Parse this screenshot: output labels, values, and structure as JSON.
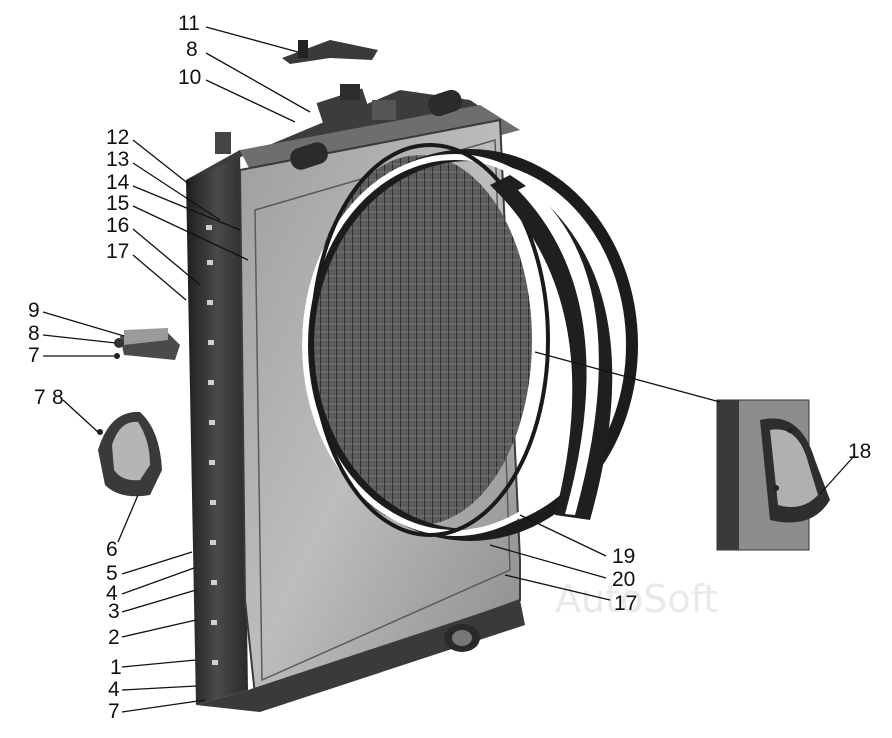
{
  "watermark": "AutoSoft",
  "callouts": {
    "c11": "11",
    "c8_top": "8",
    "c10": "10",
    "c12": "12",
    "c13": "13",
    "c14": "14",
    "c15": "15",
    "c16": "16",
    "c17_left": "17",
    "c9": "9",
    "c8_mid": "8",
    "c7_mid": "7",
    "c7_low": "7",
    "c8_low": "8",
    "c6": "6",
    "c5": "5",
    "c4_a": "4",
    "c3": "3",
    "c2": "2",
    "c1": "1",
    "c4_b": "4",
    "c7_bottom": "7",
    "c18": "18",
    "c19": "19",
    "c20": "20",
    "c17_right": "17"
  },
  "colors": {
    "background": "#ffffff",
    "ink": "#111111",
    "metal_dark": "#2a2a2a",
    "metal_mid": "#7a7a7a",
    "metal_light": "#bdbdbd",
    "watermark": "#e9e9e9"
  }
}
